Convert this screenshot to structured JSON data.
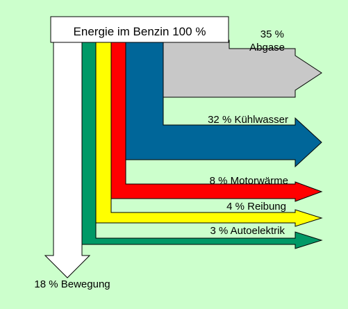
{
  "title": "Energie im Benzin 100 %",
  "flows": [
    {
      "value": 35,
      "text": "35 %",
      "name": "Abgase",
      "color": "#c8c8c8"
    },
    {
      "value": 32,
      "label": "32 % Kühlwasser",
      "color": "#006699"
    },
    {
      "value": 8,
      "label": "8 % Motorwärme",
      "color": "#ff0000"
    },
    {
      "value": 4,
      "label": "4 % Reibung",
      "color": "#ffff00"
    },
    {
      "value": 3,
      "label": "3 % Autoelektrik",
      "color": "#009966"
    },
    {
      "value": 18,
      "label": "18 % Bewegung",
      "color": "#ffffff"
    }
  ],
  "colors": {
    "background": "#ccffcc",
    "outline": "#000000"
  }
}
